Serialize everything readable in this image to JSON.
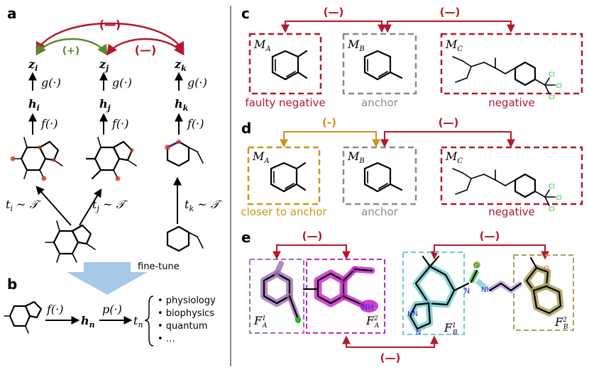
{
  "panels": {
    "a": "a",
    "b": "b",
    "c": "c",
    "d": "d",
    "e": "e"
  },
  "colors": {
    "negative": "#b5172b",
    "positive": "#5a8a2c",
    "closer": "#c9961a",
    "anchor": "#8a8a8a",
    "arrow_blue": "#a7c8e6",
    "frag_purple": "#9b6fb5",
    "frag_magenta": "#c720c7",
    "frag_cyan": "#6fc9cf",
    "frag_olive": "#a9a05a"
  },
  "panel_a": {
    "neg_top": "(—)",
    "pos": "(+)",
    "neg_mid": "(—)",
    "z_i": "z",
    "z_i_sub": "i",
    "z_j": "z",
    "z_j_sub": "j",
    "z_k": "z",
    "z_k_sub": "k",
    "g": "g(·)",
    "h_i": "h",
    "h_i_sub": "i",
    "h_j": "h",
    "h_j_sub": "j",
    "h_k": "h",
    "h_k_sub": "k",
    "f": "f(·)",
    "t_i": "t",
    "t_i_sub": "i",
    "t_i_rest": " ~ 𝒯",
    "t_j": "t",
    "t_j_sub": "j",
    "t_j_rest": " ~ 𝒯",
    "t_k": "t",
    "t_k_sub": "k",
    "t_k_rest": " ~ 𝒯"
  },
  "panel_b": {
    "finetune": "fine-tune",
    "f": "f(·)",
    "h_n": "h",
    "h_n_sub": "n",
    "p": "p(·)",
    "t_n": "t",
    "t_n_sub": "n",
    "tasks": [
      "• physiology",
      "• biophysics",
      "• quantum",
      "• …"
    ]
  },
  "panel_c": {
    "neg_left": "(—)",
    "neg_right": "(—)",
    "m_a": "M",
    "m_a_sub": "A",
    "m_b": "M",
    "m_b_sub": "B",
    "m_c": "M",
    "m_c_sub": "C",
    "label_a": "faulty negative",
    "label_b": "anchor",
    "label_c": "negative",
    "cl": "Cl"
  },
  "panel_d": {
    "closer_mark": "(-)",
    "neg_right": "(—)",
    "m_a": "M",
    "m_a_sub": "A",
    "m_b": "M",
    "m_b_sub": "B",
    "m_c": "M",
    "m_c_sub": "C",
    "label_a": "closer to anchor",
    "label_b": "anchor",
    "label_c": "negative"
  },
  "panel_e": {
    "neg_top_left": "(—)",
    "neg_top_right": "(—)",
    "neg_bottom": "(—)",
    "fa1": "F",
    "fa1_sub": "A",
    "fa1_sup": "1",
    "fa2": "F",
    "fa2_sub": "A",
    "fa2_sup": "2",
    "fb1": "F",
    "fb1_sub": "B",
    "fb1_sup": "1",
    "fb2": "F",
    "fb2_sub": "B",
    "fb2_sup": "2",
    "nh2": "NH",
    "hn": "HN",
    "n": "N",
    "o": "O",
    "nh": "NH"
  }
}
